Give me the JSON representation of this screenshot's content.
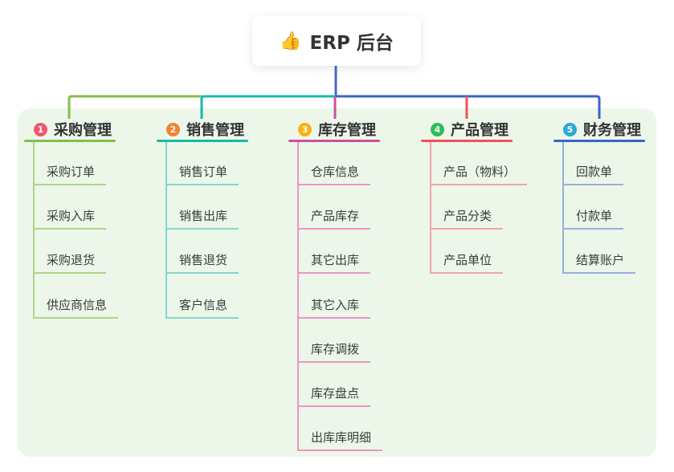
{
  "root": {
    "icon": "👍",
    "label": "ERP 后台"
  },
  "connector": {
    "stem_color": "#4A68CB"
  },
  "branches": [
    {
      "badge": "1",
      "label": "采购管理",
      "badge_color": "#F2566D",
      "line_color": "#85BE4B",
      "child_line_color": "#AFD489",
      "children": [
        "采购订单",
        "采购入库",
        "采购退货",
        "供应商信息"
      ]
    },
    {
      "badge": "2",
      "label": "销售管理",
      "badge_color": "#F58233",
      "line_color": "#17B9A9",
      "child_line_color": "#85D6CB",
      "children": [
        "销售订单",
        "销售出库",
        "销售退货",
        "客户信息"
      ]
    },
    {
      "badge": "3",
      "label": "库存管理",
      "badge_color": "#FBAE17",
      "line_color": "#CC509E",
      "child_line_color": "#EF93C6",
      "children": [
        "仓库信息",
        "产品库存",
        "其它出库",
        "其它入库",
        "库存调拨",
        "库存盘点",
        "出库库明细"
      ]
    },
    {
      "badge": "4",
      "label": "产品管理",
      "badge_color": "#2EBD55",
      "line_color": "#F0505F",
      "child_line_color": "#F4A3A8",
      "children": [
        "产品（物料）",
        "产品分类",
        "产品单位"
      ]
    },
    {
      "badge": "5",
      "label": "财务管理",
      "badge_color": "#29A9D8",
      "line_color": "#3A64C9",
      "child_line_color": "#9AAEDC",
      "children": [
        "回款单",
        "付款单",
        "结算账户"
      ]
    }
  ]
}
